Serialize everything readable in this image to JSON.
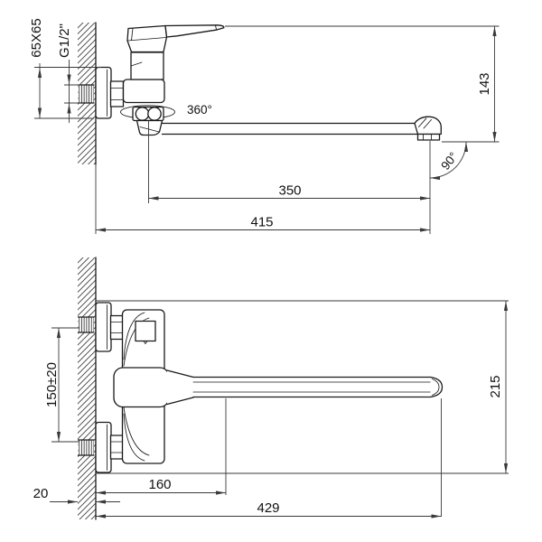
{
  "views": {
    "side_view": {
      "mount_plate": "65X65",
      "thread_size": "G1/2\"",
      "spout_swivel": "360°",
      "height": "143",
      "spout_reach": "350",
      "overall_reach": "415",
      "swivel_angle": "90°"
    },
    "front_view": {
      "inlet_centers": "150±20",
      "wall_thickness": "20",
      "body_projection": "160",
      "overall_projection": "429",
      "overall_height": "215"
    }
  },
  "colors": {
    "object_line": "#1a1a1a",
    "dimension_line": "#3a3a3a",
    "background": "#ffffff"
  }
}
